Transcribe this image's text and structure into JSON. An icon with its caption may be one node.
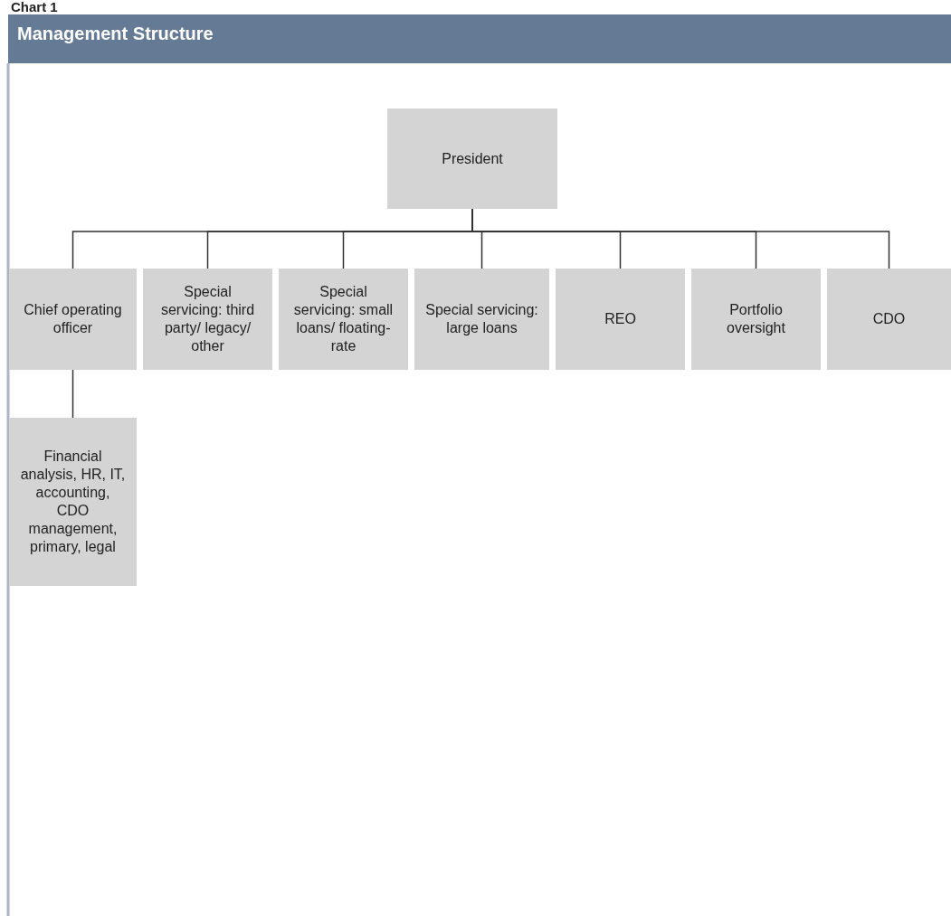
{
  "diagram": {
    "title": "Management Structure",
    "nodes": [
      {
        "text": [
          "President"
        ]
      },
      {
        "text": [
          "Chief operating officer"
        ]
      },
      {
        "text": [
          "Special servicing: third party/ legacy/ other"
        ]
      },
      {
        "text": [
          "Special servicing: small loans/ floating-rate"
        ]
      },
      {
        "text": [
          "Special servicing: large loans"
        ]
      },
      {
        "text": [
          "REO"
        ]
      },
      {
        "text": [
          "Portfolio oversight"
        ]
      },
      {
        "text": [
          "CDO"
        ]
      },
      {
        "text": [
          "Financial analysis, HR, IT, accounting, CDO management, primary, legal"
        ]
      }
    ],
    "edges": [
      {
        "from": 0,
        "to": 1,
        "arrow": "none"
      },
      {
        "from": 0,
        "to": 2,
        "arrow": "none"
      },
      {
        "from": 0,
        "to": 3,
        "arrow": "none"
      },
      {
        "from": 0,
        "to": 4,
        "arrow": "none"
      },
      {
        "from": 0,
        "to": 5,
        "arrow": "none"
      },
      {
        "from": 0,
        "to": 6,
        "arrow": "none"
      },
      {
        "from": 0,
        "to": 7,
        "arrow": "none"
      },
      {
        "from": 1,
        "to": 8,
        "arrow": "none"
      }
    ],
    "labels": [
      "Chart 1"
    ]
  }
}
